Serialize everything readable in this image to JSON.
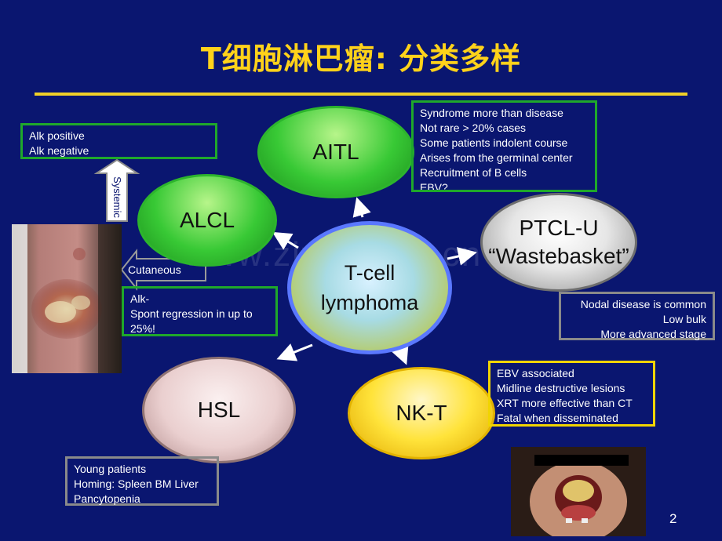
{
  "slide": {
    "title": "T细胞淋巴瘤: 分类多样",
    "page_number": "2",
    "watermark": "www.zixin.com.cn"
  },
  "nodes": {
    "center": "T-cell\nlymphoma",
    "aitl": "AITL",
    "alcl": "ALCL",
    "ptcl": "PTCL-U\n“Wastebasket”",
    "hsl": "HSL",
    "nkt": "NK-T"
  },
  "notes": {
    "alk": [
      "Alk positive",
      "Alk negative"
    ],
    "aitl": [
      "Syndrome more than disease",
      "Not rare > 20% cases",
      "Some patients indolent course",
      "Arises from the germinal center",
      "Recruitment of B cells",
      "EBV?"
    ],
    "alcl_cutaneous": [
      "Alk-",
      "Spont regression in up to 25%!"
    ],
    "ptcl": [
      "Nodal disease is common",
      "Low bulk",
      "More advanced stage"
    ],
    "nkt": [
      "EBV associated",
      "Midline destructive lesions",
      "XRT more effective than CT",
      "Fatal when disseminated"
    ],
    "hsl": [
      "Young patients",
      "Homing: Spleen BM Liver",
      "Pancytopenia"
    ]
  },
  "arrows": {
    "systemic": "Systemic",
    "cutaneous": "Cutaneous"
  },
  "colors": {
    "background": "#0a1670",
    "title": "#ffd21a",
    "green_border": "#1fa82b",
    "grey_border": "#8a8a8a",
    "yellow_border": "#f1d400"
  }
}
